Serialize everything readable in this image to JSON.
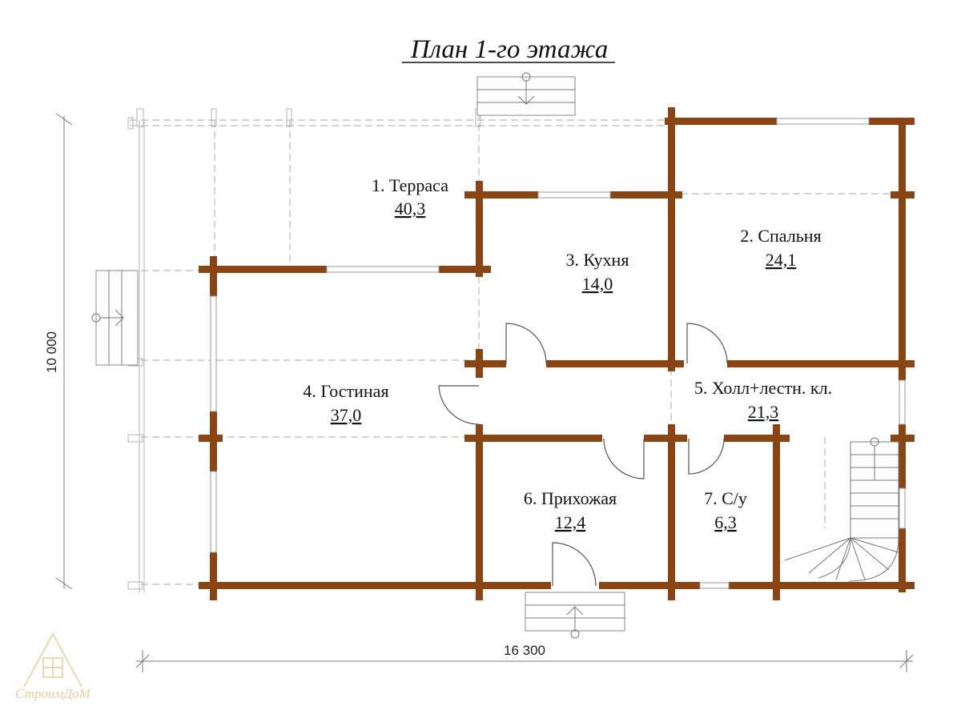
{
  "title": "План 1-го этажа",
  "rooms": [
    {
      "name": "1. Терраса",
      "area": "40,3"
    },
    {
      "name": "2. Спальня",
      "area": "24,1"
    },
    {
      "name": "3. Кухня",
      "area": "14,0"
    },
    {
      "name": "4. Гостиная",
      "area": "37,0"
    },
    {
      "name": "5. Холл+лестн. кл.",
      "area": "21,3"
    },
    {
      "name": "6. Прихожая",
      "area": "12,4"
    },
    {
      "name": "7. С/у",
      "area": "6,3"
    }
  ],
  "dimensions": {
    "width": "16 300",
    "height": "10 000"
  },
  "watermark": "СтроимДоМ",
  "colors": {
    "wall": "#8b4513",
    "ghost": "#b9b9b9",
    "watermark": "#e2cf9a"
  }
}
